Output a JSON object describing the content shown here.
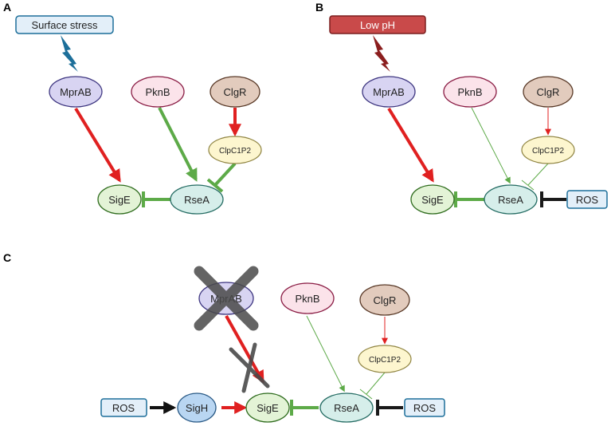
{
  "colors": {
    "activate_red": "#e02020",
    "inhibit_green": "#5daa48",
    "inhibit_black": "#1a1a1a",
    "lightning_blue": "#1d6f9a",
    "lightning_darkred": "#8b1e1e",
    "cross_gray": "#4a4a4a",
    "mprab_fill": "#d8d4f2",
    "pknb_fill": "#fbe3ea",
    "clgr_fill": "#e2cbbd",
    "clpc_fill": "#fdf6cf",
    "sige_fill": "#e3f3d6",
    "rsea_fill": "#d6eeea",
    "sigh_fill": "#b9d6f2",
    "ros_fill": "#e3eff9",
    "surface_stress_fill": "#e3eff9",
    "low_ph_fill": "#c94a4a"
  },
  "panel_a": {
    "letter": "A",
    "stimulus": "Surface stress",
    "mprab": "MprAB",
    "pknb": "PknB",
    "clgr": "ClgR",
    "clpc1p2": "ClpC1P2",
    "sige": "SigE",
    "rsea": "RseA"
  },
  "panel_b": {
    "letter": "B",
    "stimulus": "Low pH",
    "mprab": "MprAB",
    "pknb": "PknB",
    "clgr": "ClgR",
    "clpc1p2": "ClpC1P2",
    "sige": "SigE",
    "rsea": "RseA",
    "ros": "ROS"
  },
  "panel_c": {
    "letter": "C",
    "mprab": "MprAB",
    "pknb": "PknB",
    "clgr": "ClgR",
    "clpc1p2": "ClpC1P2",
    "sige": "SigE",
    "rsea": "RseA",
    "sigh": "SigH",
    "ros_left": "ROS",
    "ros_right": "ROS"
  }
}
